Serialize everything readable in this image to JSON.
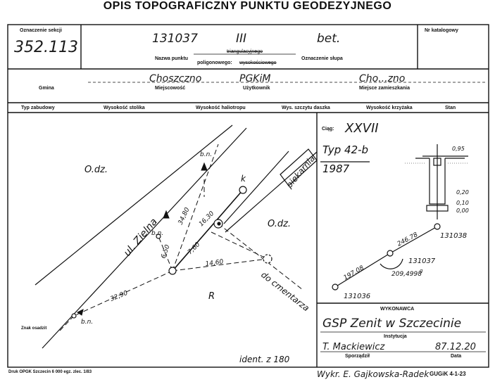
{
  "title": "OPIS TOPOGRAFICZNY PUNKTU GEODEZYJNEGO",
  "header": {
    "section_label": "Oznaczenie sekcji",
    "section_value": "352.113",
    "catalog_label": "Nr katalogowy",
    "point_number": "131037",
    "point_class": "III",
    "post_marking": "bet.",
    "point_name_label": "Nazwa punktu",
    "triangulation_label": "triangulacyjnego",
    "polygon_label": "poligonowego:",
    "elevation_label": "wysokościowego",
    "post_marking_label": "Oznaczenie słupa"
  },
  "location": {
    "commune_label": "Gmina",
    "locality_value": "Choszczno",
    "locality_label": "Miejscowość",
    "user_value": "PGKiM",
    "user_label": "Użytkownik",
    "residence_value": "Cho...zno",
    "residence_label": "Miejsce zamieszkania"
  },
  "columns": [
    "Typ zabudowy",
    "Wysokość stolika",
    "Wysokość haliotropu",
    "Wys. szczytu daszka",
    "Wysokość krzyżaka",
    "Stan"
  ],
  "sketch": {
    "area_left": "O.dz.",
    "area_right": "O.dz.",
    "street": "ul. Zielna",
    "bakery": "piekarnia",
    "cemetery": "do cmentarza",
    "region": "R",
    "point_k": "k",
    "bn_top": "b.n.",
    "bn_mid": "b.n.",
    "bn_bottom": "b.n.",
    "dist_1": "34,80",
    "dist_2": "16,30",
    "dist_3": "7,60",
    "dist_4": "6,50",
    "dist_5": "14,60",
    "dist_6": "32,90",
    "ident": "ident. z  180",
    "mark_label": "Znak osadzit"
  },
  "right_panel": {
    "ciag_label": "Ciąg:",
    "ciag_value": "XXVII",
    "type_value": "Typ 42-b",
    "year_value": "1987",
    "dim_1": "0,95",
    "dim_2": "0,20",
    "dim_3": "0,10",
    "dim_4": "0,00",
    "point_a": "131038",
    "point_b": "131037",
    "point_c": "131036",
    "dist_ab": "246.78",
    "dist_bc": "197.08",
    "angle": "209,4998",
    "angle_sup": "g"
  },
  "executor": {
    "label": "WYKONAWCA",
    "name": "GSP Zenit w Szczecinie",
    "institution_label": "Instytucja",
    "author": "T. Mackiewicz",
    "date": "87.12.20",
    "author_label": "Sporządził",
    "date_label": "Data"
  },
  "footer": {
    "print_info": "Druk OPGK Szczecin 6 000 egz. zlec. 1/83",
    "drawn_by": "Wykr. E. Gajkowska-Radek",
    "code": "GUGiK 4-1-23"
  }
}
